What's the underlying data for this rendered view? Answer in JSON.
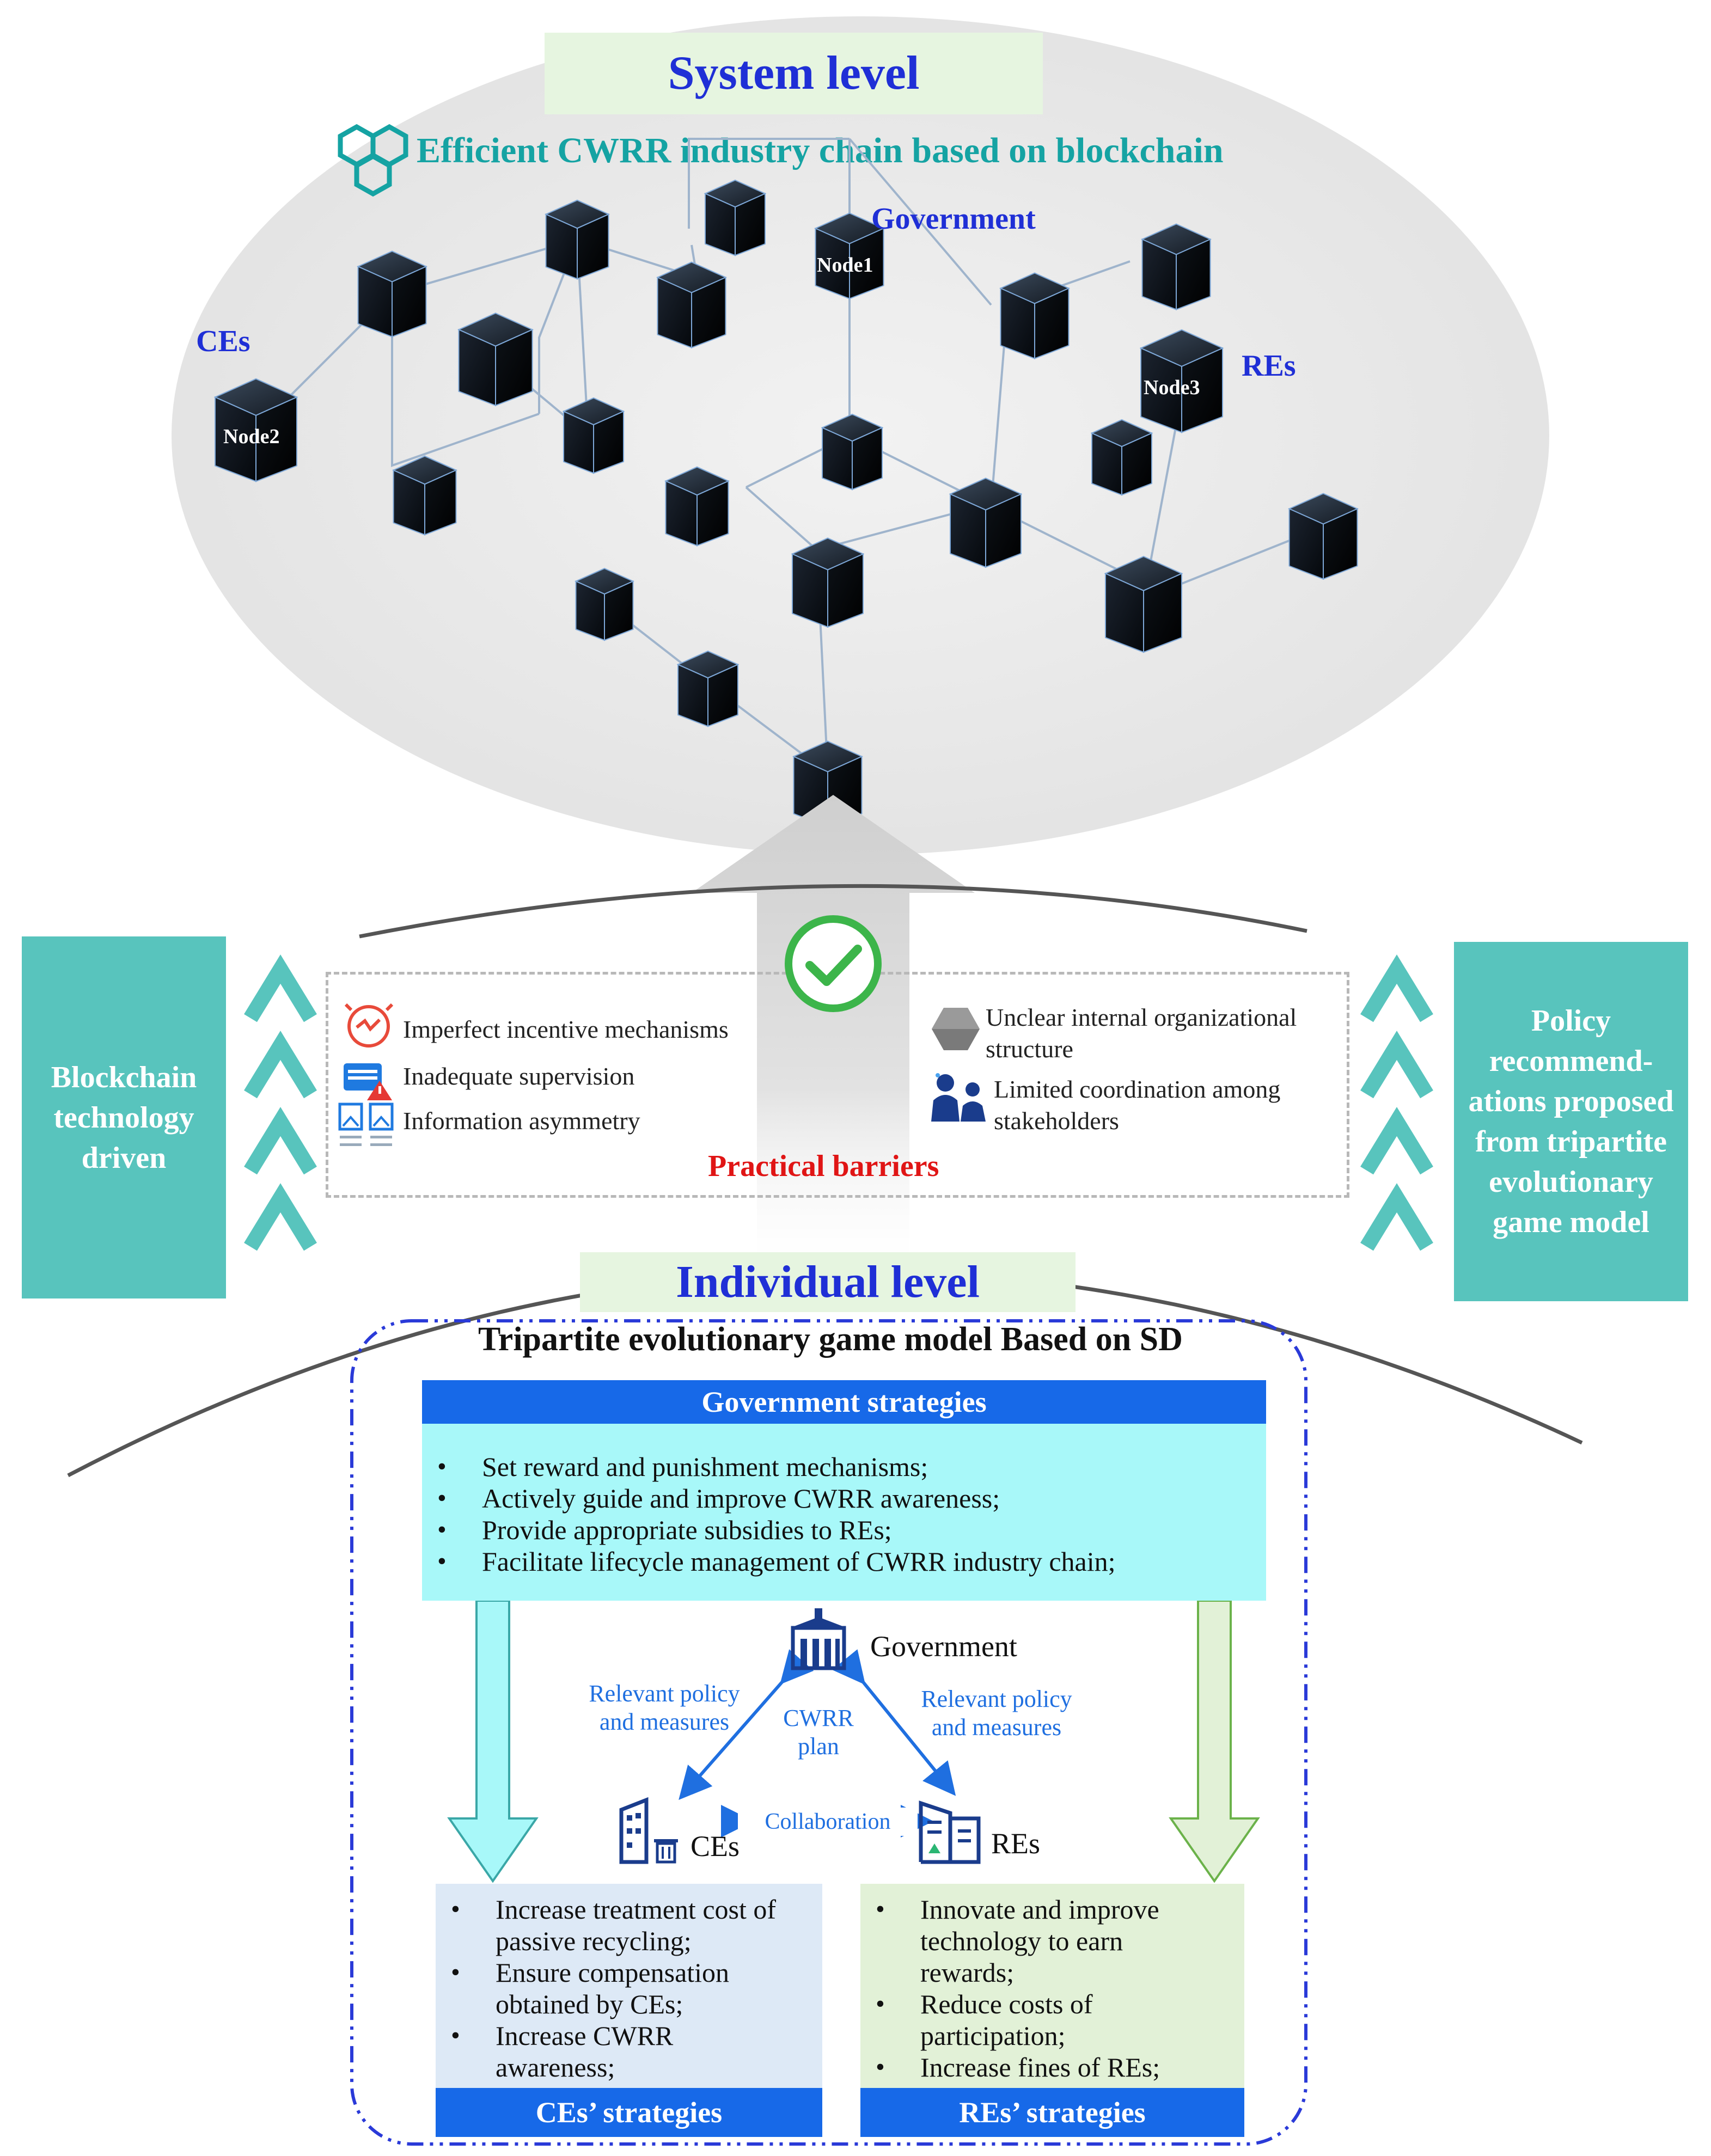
{
  "system_level": {
    "title": "System level",
    "subtitle": "Efficient CWRR industry chain based on blockchain",
    "labels": {
      "government": "Government",
      "ces": "CEs",
      "res": "REs",
      "node1": "Node1",
      "node2": "Node2",
      "node3": "Node3"
    }
  },
  "left_panel": {
    "text": "Blockchain technology driven"
  },
  "right_panel": {
    "text": "Policy recommend-ations proposed from tripartite evolutionary game model"
  },
  "barriers": {
    "title": "Practical barriers",
    "left_items": [
      {
        "icon": "incentive-icon",
        "text": "Imperfect incentive mechanisms"
      },
      {
        "icon": "supervision-icon",
        "text": "Inadequate supervision"
      },
      {
        "icon": "asymmetry-icon",
        "text": "Information asymmetry"
      }
    ],
    "right_items": [
      {
        "icon": "organization-icon",
        "text": "Unclear internal organizational structure"
      },
      {
        "icon": "coordination-icon",
        "text": "Limited coordination among stakeholders"
      }
    ]
  },
  "individual_level": {
    "title": "Individual level",
    "model_title": "Tripartite evolutionary game model Based on SD",
    "government_strategies": {
      "header": "Government strategies",
      "items": [
        "Set reward and punishment mechanisms;",
        "Actively guide and improve CWRR awareness;",
        "Provide appropriate subsidies to REs;",
        "Facilitate lifecycle management of CWRR industry chain;"
      ]
    },
    "triangle": {
      "government": "Government",
      "ces": "CEs",
      "res": "REs",
      "left_edge": "Relevant policy and measures",
      "right_edge": "Relevant policy and measures",
      "center": "CWRR plan",
      "bottom_edge": "Collaboration"
    },
    "ces_strategies": {
      "header": "CEs’ strategies",
      "items": [
        "Increase treatment cost of passive recycling;",
        "Ensure compensation obtained by CEs;",
        "Increase CWRR awareness;"
      ]
    },
    "res_strategies": {
      "header": "REs’ strategies",
      "items": [
        "Innovate and improve technology to earn rewards;",
        "Reduce costs of participation;",
        "Increase fines of REs;"
      ]
    }
  },
  "colors": {
    "teal": "#58c4bd",
    "title_blue": "#1f2fd6",
    "header_blue": "#1769e8",
    "cyan_box": "#a8f8f9",
    "ces_box": "#dde9f6",
    "res_box": "#e2f1d7",
    "barrier_red": "#e01515",
    "check_green": "#3cb54a",
    "subtitle_teal": "#15a3a3"
  }
}
